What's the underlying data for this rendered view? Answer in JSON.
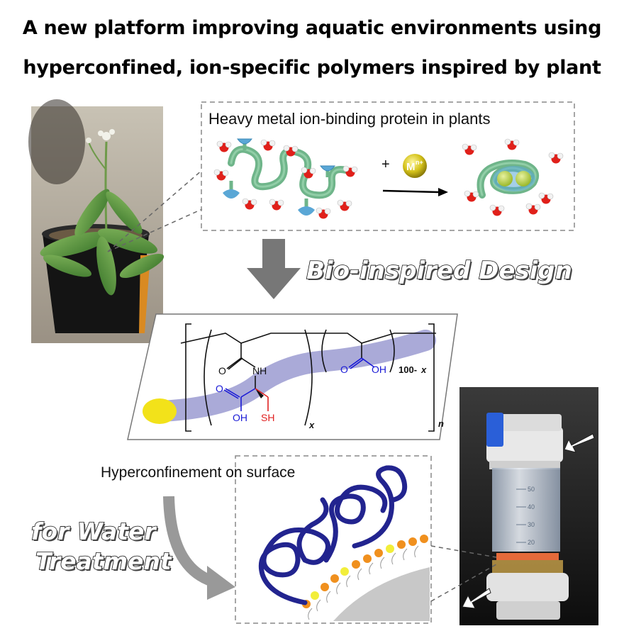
{
  "title": {
    "line1": "A new platform improving aquatic environments using",
    "line2": "hyperconfined, ion-specific polymers inspired by plant"
  },
  "top_panel": {
    "label": "Heavy metal ion-binding protein in plants",
    "plus": "+",
    "metal_ion": "M",
    "metal_charge": "n+"
  },
  "bio_inspired": {
    "label": "Bio-inspired Design"
  },
  "polymer": {
    "nh": "NH",
    "o_amide": "O",
    "o_acid_left": "O",
    "oh_left": "OH",
    "sh": "SH",
    "x_sub": "x",
    "o_acid_right": "O",
    "oh_right": "OH",
    "sub_right": "100-",
    "sub_right_x": "x",
    "n_sub": "n"
  },
  "hyperconfinement": {
    "label": "Hyperconfinement on surface"
  },
  "water_treatment": {
    "line1": "for Water",
    "line2": "Treatment"
  },
  "device": {
    "scale_marks": [
      "50",
      "40",
      "30",
      "20"
    ]
  },
  "colors": {
    "protein_backbone": "#6fb58a",
    "binding_site": "#5aa7d6",
    "metal_ion": "#d4c21a",
    "polymer_band": "#9b9bd1",
    "polymer_blue": "#1a1ad6",
    "thiol_red": "#e02020",
    "anchor_yellow": "#f2e21a",
    "hyper_polymer": "#22248f",
    "lipid_head": "#f0901e",
    "lipid_head_alt": "#f2ee3a"
  }
}
